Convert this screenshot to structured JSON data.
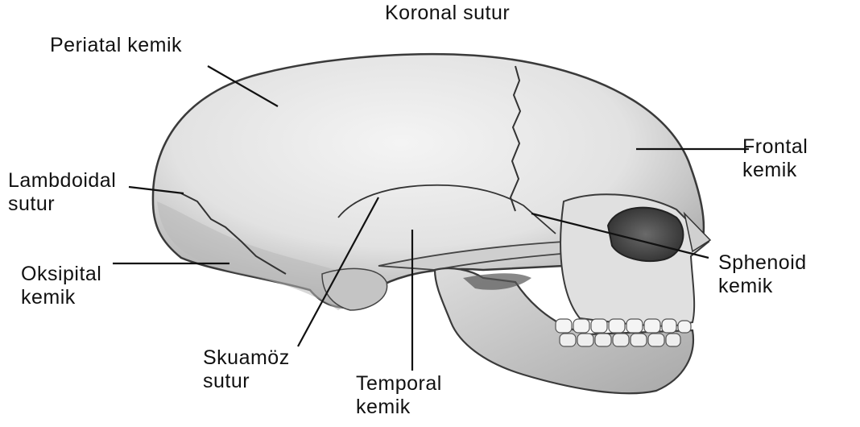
{
  "labels": {
    "koronal": [
      "Koronal sutur"
    ],
    "periatal": [
      "Periatal kemik"
    ],
    "frontal": [
      "Frontal",
      "kemik"
    ],
    "lambdoidal": [
      "Lambdoidal",
      "sutur"
    ],
    "sphenoid": [
      "Sphenoid",
      "kemik"
    ],
    "oksipital": [
      "Oksipital",
      "kemik"
    ],
    "skuamoz": [
      "Skuamöz",
      "sutur"
    ],
    "temporal": [
      "Temporal",
      "kemik"
    ]
  },
  "colors": {
    "background": "#ffffff",
    "bone_light": "#f2f2f2",
    "bone_mid": "#d6d6d6",
    "bone_shadow": "#8e8e8e",
    "outline": "#3a3a3a",
    "text": "#111111"
  }
}
